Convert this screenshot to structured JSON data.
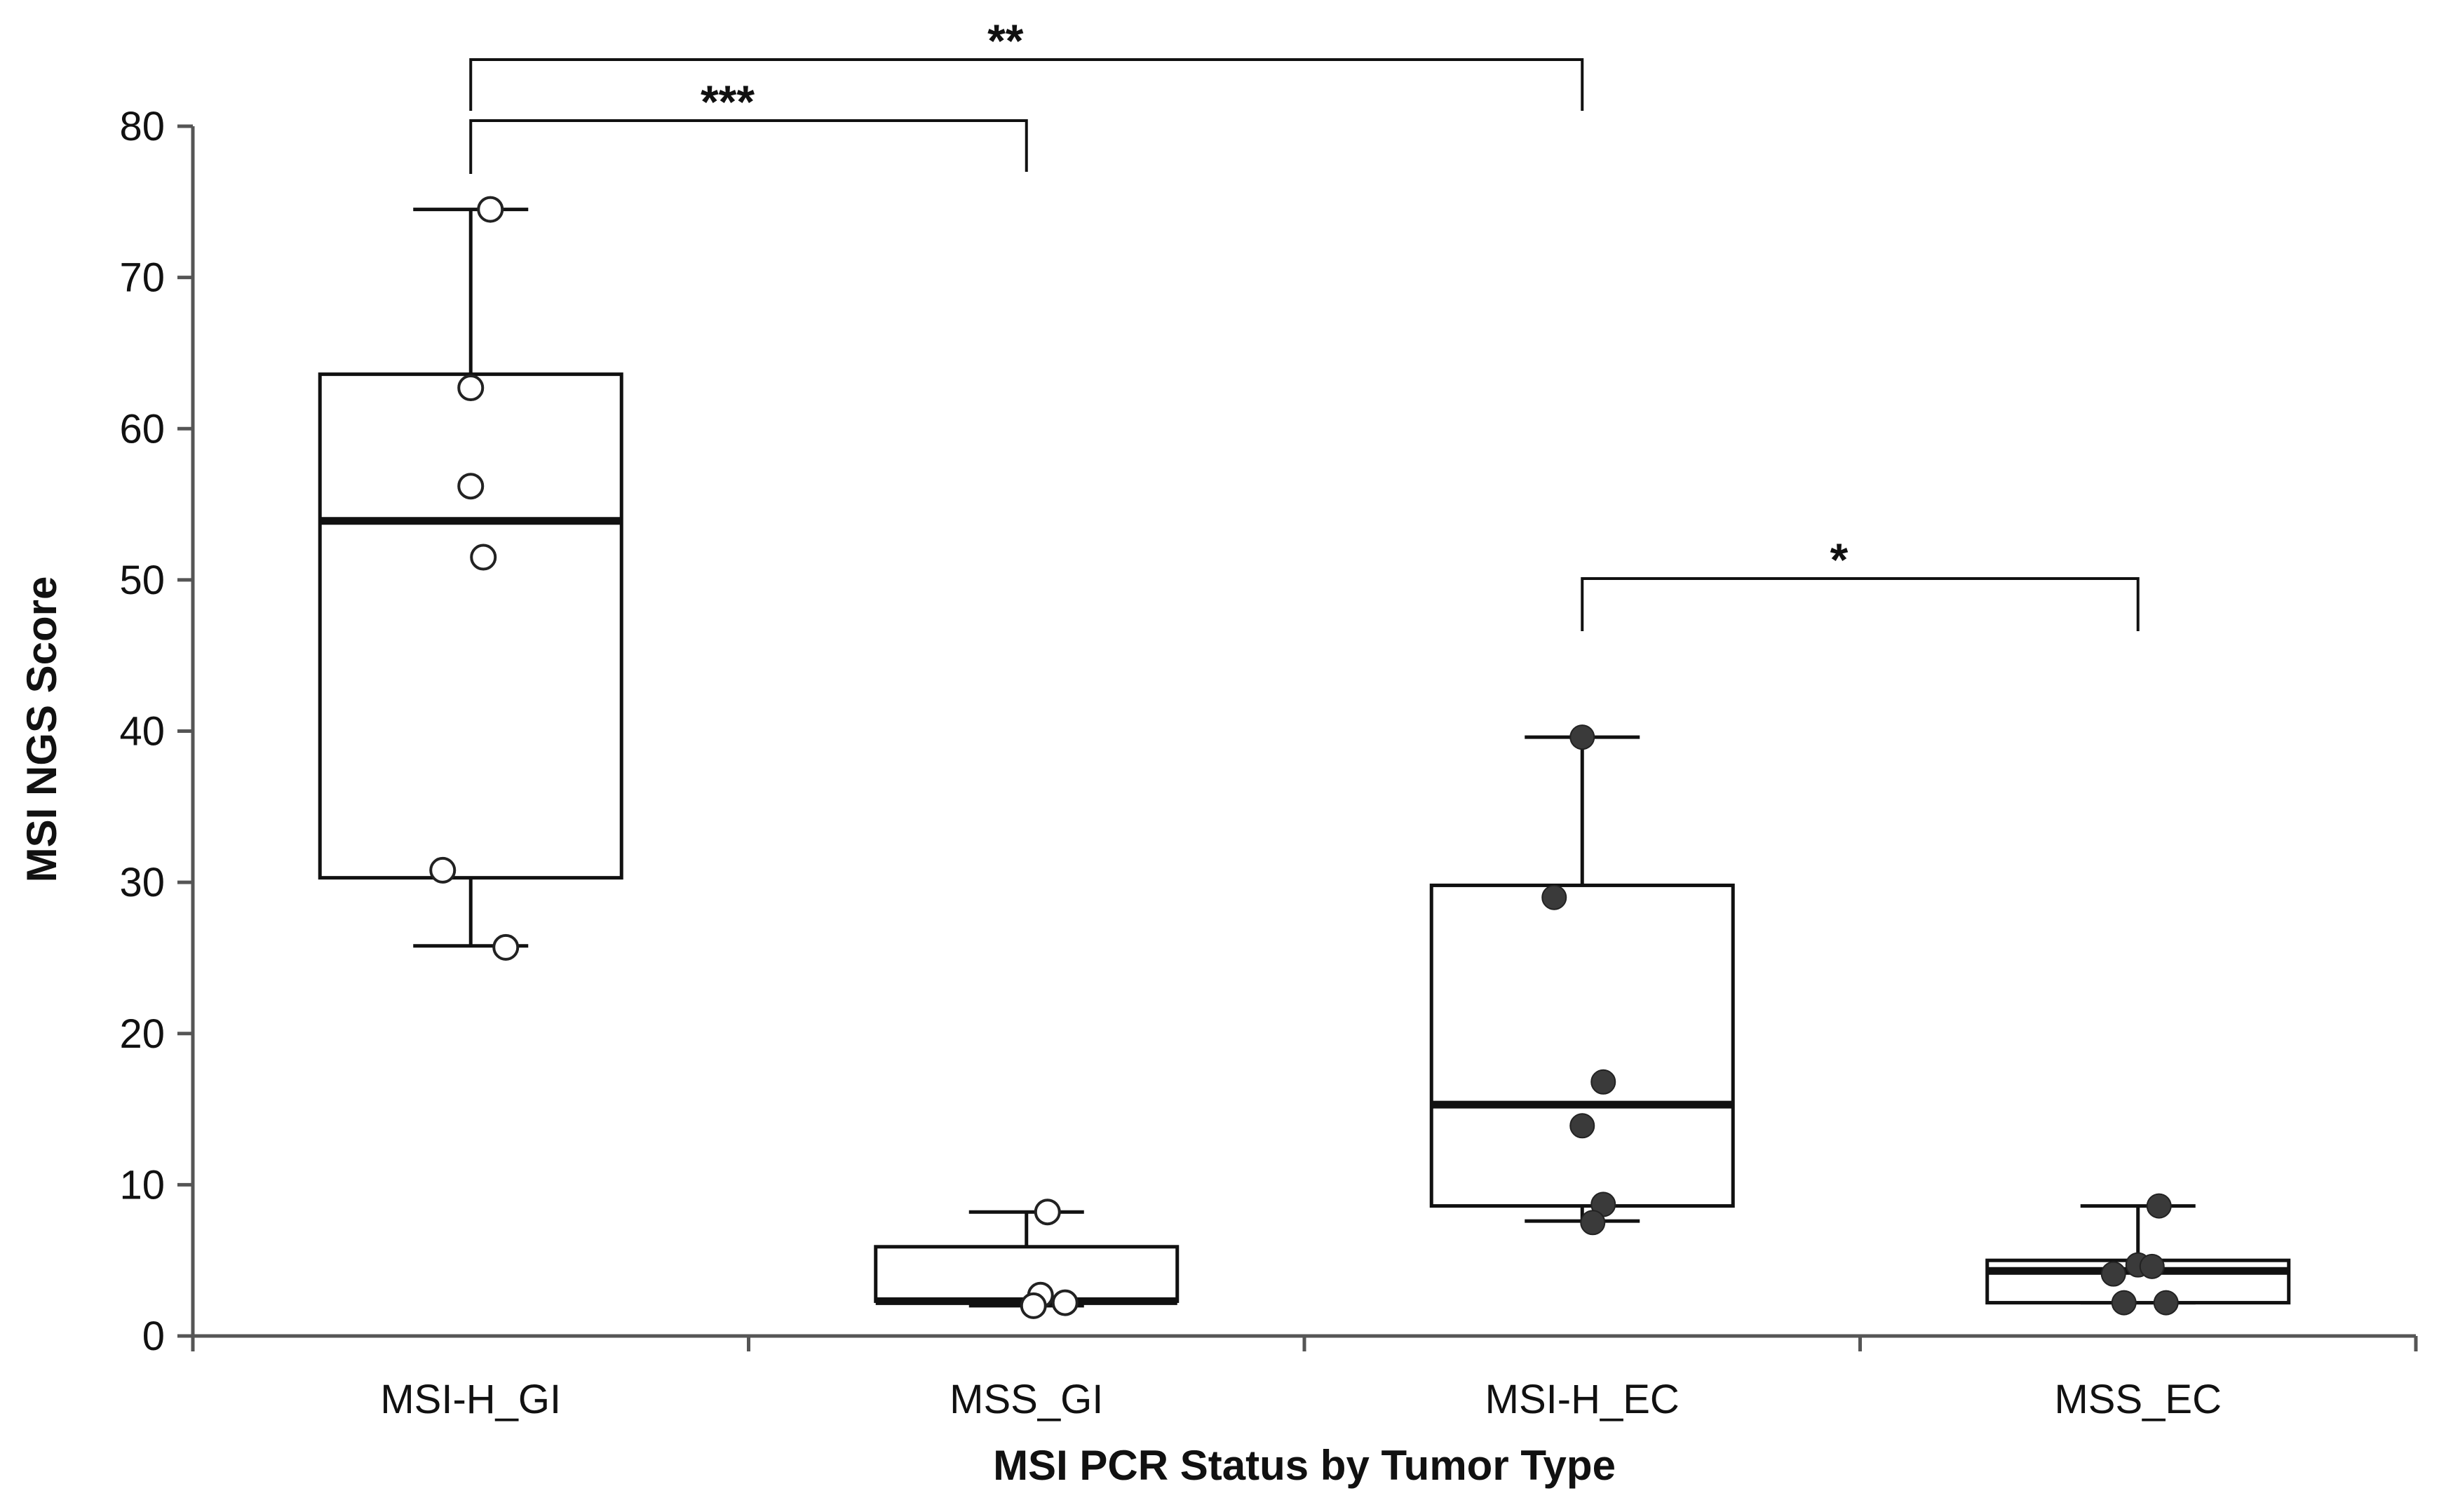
{
  "chart_data": {
    "type": "box",
    "title": "",
    "xlabel": "MSI PCR Status by Tumor Type",
    "ylabel": "MSI NGS Score",
    "ylim": [
      0,
      80
    ],
    "yticks": [
      0,
      10,
      20,
      30,
      40,
      50,
      60,
      70,
      80
    ],
    "grid": false,
    "legend": "none",
    "categories": [
      "MSI-H_GI",
      "MSS_GI",
      "MSI-H_EC",
      "MSS_EC"
    ],
    "boxes": [
      {
        "category": "MSI-H_GI",
        "whisker_low": 25.8,
        "q1": 30.3,
        "median": 53.9,
        "q3": 63.6,
        "whisker_high": 74.5
      },
      {
        "category": "MSS_GI",
        "whisker_low": 2.0,
        "q1": 2.3,
        "median": 2.3,
        "q3": 5.9,
        "whisker_high": 8.2
      },
      {
        "category": "MSI-H_EC",
        "whisker_low": 7.6,
        "q1": 8.6,
        "median": 15.3,
        "q3": 29.8,
        "whisker_high": 39.6
      },
      {
        "category": "MSS_EC",
        "whisker_low": 2.2,
        "q1": 2.2,
        "median": 4.3,
        "q3": 5.0,
        "whisker_high": 8.6
      }
    ],
    "points": [
      {
        "category": "MSI-H_GI",
        "values": [
          74.5,
          62.7,
          56.2,
          51.5,
          30.8,
          25.7
        ],
        "style": "open"
      },
      {
        "category": "MSS_GI",
        "values": [
          8.2,
          2.7,
          2.0,
          2.2
        ],
        "style": "open"
      },
      {
        "category": "MSI-H_EC",
        "values": [
          39.6,
          29.0,
          16.8,
          13.9,
          8.7,
          7.5
        ],
        "style": "filled"
      },
      {
        "category": "MSS_EC",
        "values": [
          8.6,
          4.7,
          4.1,
          2.2,
          2.2,
          4.6
        ],
        "style": "filled"
      }
    ],
    "significance": [
      {
        "from": "MSI-H_GI",
        "to": "MSS_GI",
        "label": "***"
      },
      {
        "from": "MSI-H_GI",
        "to": "MSI-H_EC",
        "label": "**"
      },
      {
        "from": "MSI-H_EC",
        "to": "MSS_EC",
        "label": "*"
      }
    ],
    "colors": {
      "axis": "#555555",
      "box_stroke": "#111111",
      "open_point_fill": "#ffffff",
      "filled_point": "#3a3a3a"
    }
  }
}
